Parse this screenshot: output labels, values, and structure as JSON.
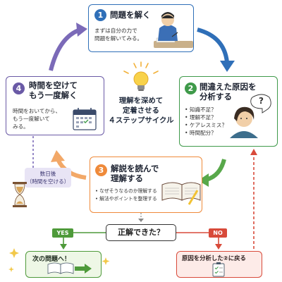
{
  "center": {
    "line1": "理解を深めて",
    "line2": "定着させる",
    "line3": "４ステップサイクル"
  },
  "step1": {
    "number": "1",
    "title": "問題を解く",
    "desc_line1": "まずは自分の力で",
    "desc_line2": "問題を解いてみる。"
  },
  "step2": {
    "number": "2",
    "title_line1": "間違えた原因を",
    "title_line2": "分析する",
    "items": [
      "知識不足？",
      "理解不足？",
      "ケアレスミス？",
      "時間配分？"
    ],
    "bubble": "?"
  },
  "step3": {
    "number": "3",
    "title_line1": "解説を読んで",
    "title_line2": "理解する",
    "items": [
      "なぜそうなるのか理解する",
      "解法やポイントを整理する"
    ]
  },
  "step4": {
    "number": "4",
    "title_line1": "時間を空けて",
    "title_line2": "もう一度解く",
    "desc_line1": "時間をおいてから、",
    "desc_line2": "もう一度解いて",
    "desc_line3": "みる。"
  },
  "days_later": {
    "line1": "数日後",
    "line2": "（時間を空ける）"
  },
  "decision": {
    "question": "正解できた？",
    "yes_label": "YES",
    "no_label": "NO"
  },
  "outcome_yes": {
    "label": "次の問題へ！"
  },
  "outcome_no": {
    "label": "原因を分析した②に戻る"
  },
  "colors": {
    "step1": "#2f6fb8",
    "step2": "#3f9a4a",
    "step3": "#ef8a3a",
    "step4": "#6a5aa6",
    "yes": "#4e9a3a",
    "no": "#d84a3a"
  }
}
